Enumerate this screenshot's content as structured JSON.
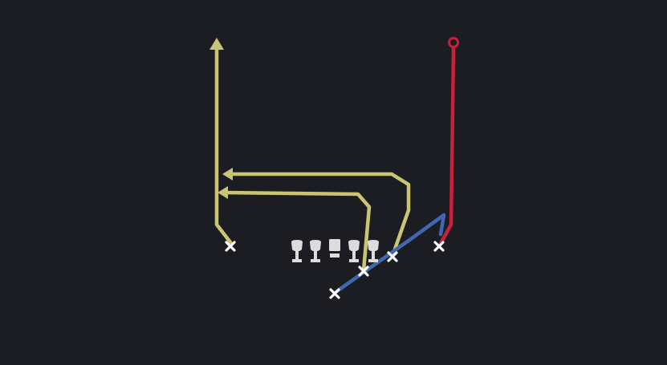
{
  "colors": {
    "background": "#1b1d22",
    "route_yellow": "#c9c575",
    "route_red": "#c8213a",
    "route_blue": "#4068b0",
    "player_mark": "#ffffff",
    "lineman": "#dcdcdc"
  },
  "diagram": {
    "type": "football-play",
    "routes": [
      {
        "name": "left-receiver-go-route",
        "color": "yellow",
        "end": "arrow"
      },
      {
        "name": "slot-deep-crossing-route",
        "color": "yellow",
        "end": "arrow"
      },
      {
        "name": "tight-end-crossing-route",
        "color": "yellow",
        "end": "arrow"
      },
      {
        "name": "right-receiver-go-route",
        "color": "red",
        "end": "circle"
      },
      {
        "name": "running-back-wheel-route",
        "color": "blue",
        "end": "none"
      }
    ],
    "offensive_line": {
      "count": 5,
      "center": "square"
    },
    "skill_players": {
      "count": 5,
      "mark": "x"
    }
  }
}
